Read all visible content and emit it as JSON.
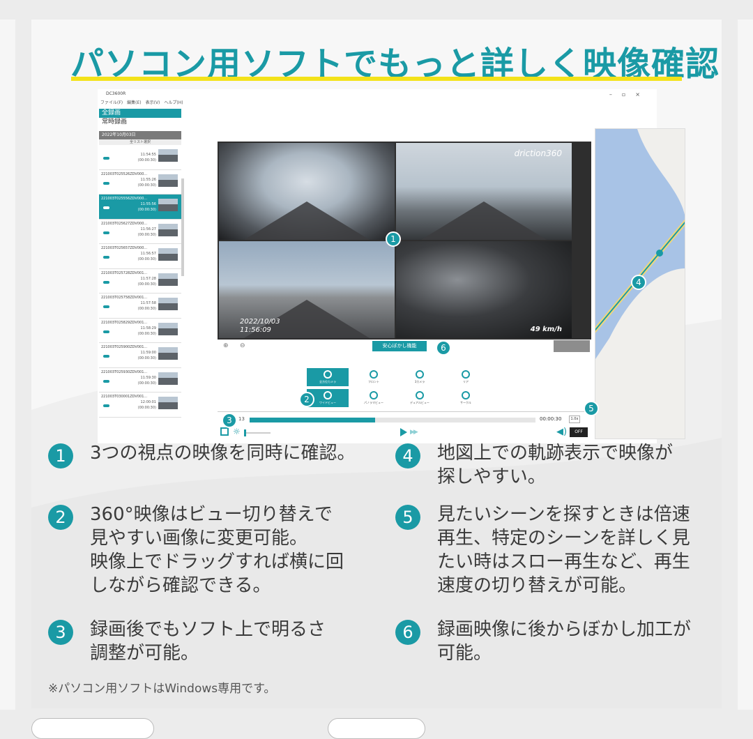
{
  "headline": "パソコン用ソフトでもっと詳しく映像確認",
  "colors": {
    "accent": "#1a9aa5",
    "underline": "#f3e21a"
  },
  "app": {
    "title": "DC3600R",
    "menu": "ファイル(F)　編集(E)　表示(V)　ヘルプ(H)",
    "categories": [
      "全録画",
      "常時録画"
    ],
    "date_header": "2022年10月03日",
    "select_all": "全リスト選択",
    "recordings": [
      {
        "name": "",
        "time": "11:54:55",
        "duration": "(00:00:30)"
      },
      {
        "name": "221003T025526ZDV000...",
        "time": "11:55:26",
        "duration": "(00:00:30)"
      },
      {
        "name": "221003T025556ZDV000...",
        "time": "11:55:56",
        "duration": "(00:00:30)"
      },
      {
        "name": "221003T025627ZDV000...",
        "time": "11:56:27",
        "duration": "(00:00:30)"
      },
      {
        "name": "221003T025657ZDV000...",
        "time": "11:56:57",
        "duration": "(00:00:30)"
      },
      {
        "name": "221003T025728ZDV001...",
        "time": "11:57:28",
        "duration": "(00:00:30)"
      },
      {
        "name": "221003T025758ZDV001...",
        "time": "11:57:58",
        "duration": "(00:00:30)"
      },
      {
        "name": "221003T025829ZDV001...",
        "time": "11:58:29",
        "duration": "(00:00:30)"
      },
      {
        "name": "221003T025900ZDV001...",
        "time": "11:59:00",
        "duration": "(00:00:30)"
      },
      {
        "name": "221003T025930ZDV001...",
        "time": "11:59:30",
        "duration": "(00:00:30)"
      },
      {
        "name": "221003T030001ZDV001...",
        "time": "12:00:01",
        "duration": "(00:00:30)"
      }
    ],
    "brand_overlay": "driction360",
    "timestamp_date": "2022/10/03",
    "timestamp_time": "11:56:09",
    "speed": "49 km/h",
    "blur_button": "安心ぼかし機能",
    "view_buttons": [
      "全方位カメラ",
      "フロント",
      "3カメラ",
      "リア",
      "ワイドビュー",
      "パノラマビュー",
      "デュアルビュー",
      "サークル"
    ],
    "time_start": "13",
    "time_end": "00:00:30",
    "playback_speed": "1.0x",
    "off_label": "OFF",
    "progress": 0.44,
    "zoom_in": "⊕",
    "zoom_out": "⊖"
  },
  "markers": [
    "1",
    "2",
    "3",
    "4",
    "5",
    "6"
  ],
  "features": [
    {
      "num": "1",
      "text": "3つの視点の映像を同時に確認。"
    },
    {
      "num": "2",
      "text": "360°映像はビュー切り替えで\n見やすい画像に変更可能。\n映像上でドラッグすれば横に回\nしながら確認できる。"
    },
    {
      "num": "3",
      "text": "録画後でもソフト上で明るさ\n調整が可能。"
    },
    {
      "num": "4",
      "text": "地図上での軌跡表示で映像が\n探しやすい。"
    },
    {
      "num": "5",
      "text": "見たいシーンを探すときは倍速\n再生、特定のシーンを詳しく見\nたい時はスロー再生など、再生\n速度の切り替えが可能。"
    },
    {
      "num": "6",
      "text": "録画映像に後からぼかし加工が\n可能。"
    }
  ],
  "note": "※パソコン用ソフトはWindows専用です。"
}
